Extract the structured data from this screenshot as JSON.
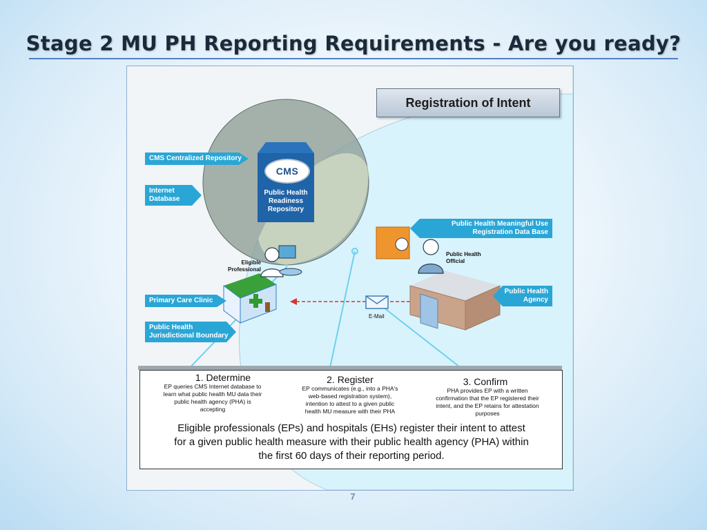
{
  "slide": {
    "title": "Stage 2 MU PH Reporting Requirements - Are you ready?",
    "page_number": "7"
  },
  "diagram": {
    "header": "Registration of Intent",
    "repository": {
      "logo_text": "CMS",
      "label_lines": [
        "Public Health",
        "Readiness",
        "Repository"
      ]
    },
    "left_tags": {
      "cms_repo": "CMS Centralized Repository",
      "internet_db": [
        "Internet",
        "Database"
      ],
      "primary_care": "Primary Care Clinic",
      "jurisdiction": [
        "Public Health",
        "Jurisdictional Boundary"
      ]
    },
    "right_tags": {
      "mu_db": [
        "Public Health Meaningful Use",
        "Registration Data Base"
      ],
      "agency": [
        "Public Health",
        "Agency"
      ]
    },
    "people": {
      "eligible_professional": [
        "Eligible",
        "Professional"
      ],
      "ph_official": [
        "Public Health",
        "Official"
      ]
    },
    "email_label": "E-Mail",
    "steps": [
      {
        "title": "1. Determine",
        "desc": [
          "EP queries CMS Internet database to",
          "learn what public health MU data their",
          "public health agency (PHA) is",
          "accepting"
        ]
      },
      {
        "title": "2. Register",
        "desc": [
          "EP communicates (e.g., into a PHA's",
          "web-based registration system),",
          "intention to attest to a given public",
          "health MU measure with their PHA"
        ]
      },
      {
        "title": "3. Confirm",
        "desc": [
          "PHA provides EP with a written",
          "confirmation that the EP registered their",
          "intent, and the EP retains for attestation",
          "purposes"
        ]
      }
    ],
    "summary": [
      "Eligible professionals (EPs) and hospitals (EHs) register their intent to attest",
      "for a given public health measure with their public health agency (PHA) within",
      "the first 60 days of their reporting period."
    ]
  },
  "colors": {
    "tag_blue": "#2aa6d6",
    "cms_blue": "#1f63a8",
    "clinic_green": "#3aa13a",
    "db_orange": "#f0952e",
    "arrow_red": "#d9342b"
  }
}
